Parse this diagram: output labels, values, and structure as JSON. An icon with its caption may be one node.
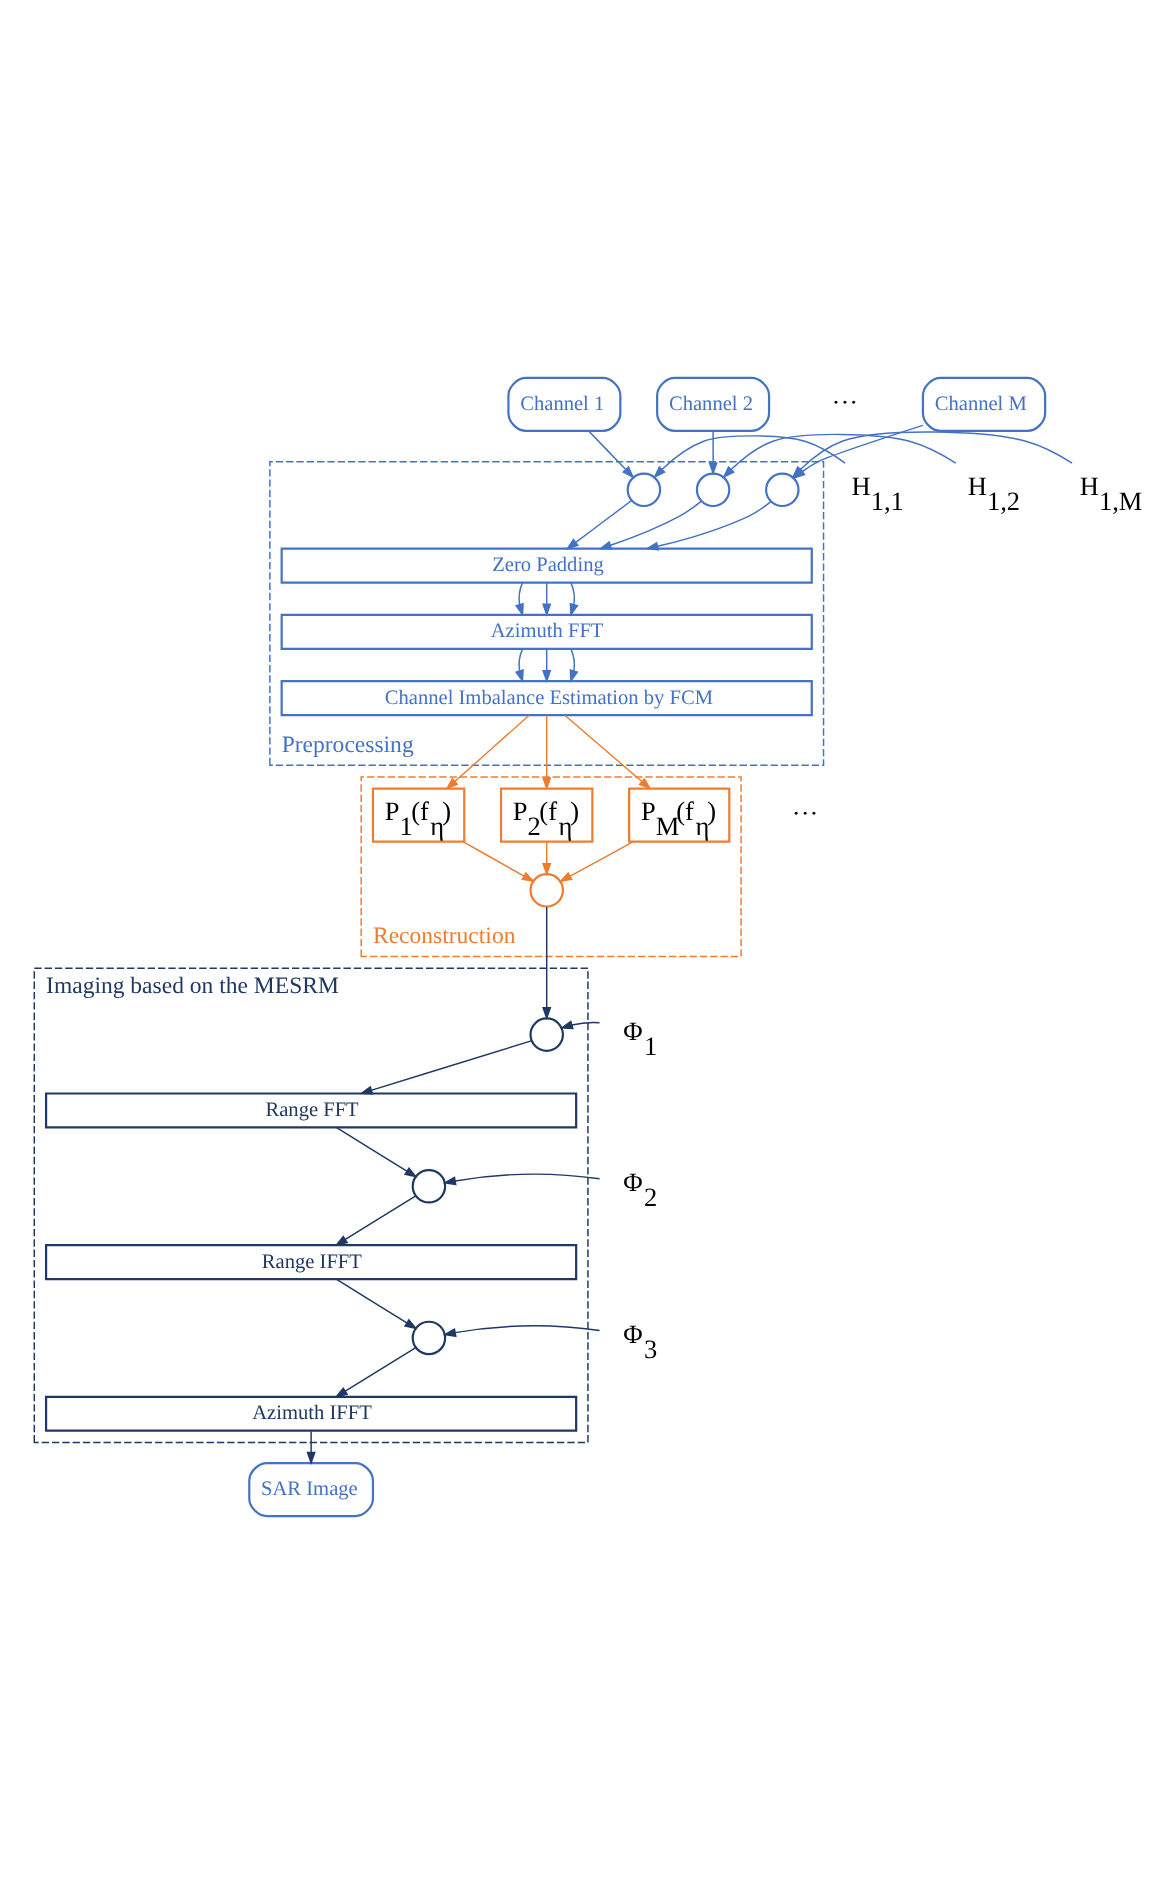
{
  "diagram": {
    "nodes": [
      {
        "text": [
          "Preprocessing"
        ]
      },
      {
        "text": [
          "Channel 1"
        ]
      },
      {
        "text": [
          "Channel 2"
        ]
      },
      {
        "text": [
          "Channel M"
        ]
      },
      {
        "text": [
          "H$_{1,1}$"
        ]
      },
      {
        "text": [],
        "shape": "circle",
        "in": 0
      },
      {
        "text": [
          "H$_{1,2}$"
        ]
      },
      {
        "text": [],
        "shape": "circle",
        "in": 0
      },
      {
        "text": [
          "H$_{1,M}$"
        ]
      },
      {
        "text": [],
        "shape": "circle",
        "in": 0
      },
      {
        "text": [
          "Zero Padding"
        ],
        "in": 0
      },
      {
        "text": [
          "Azimuth FFT"
        ],
        "in": 0
      },
      {
        "text": [
          "Channel Imbalance Estimation by FCM"
        ],
        "in": 0
      },
      {
        "text": [
          "Reconstruction"
        ]
      },
      {
        "text": [
          "P$_{1}$(f$_{η}$)"
        ],
        "in": 13
      },
      {
        "text": [
          "P$_{2}$(f$_{η}$)"
        ],
        "in": 13
      },
      {
        "text": [
          "P$_{M}$(f$_{η}$)"
        ],
        "in": 13
      },
      {
        "text": [],
        "shape": "circle",
        "in": 13
      },
      {
        "text": [
          "Imaging based on the MESRM"
        ]
      },
      {
        "text": [
          "Φ$_{1}$"
        ]
      },
      {
        "text": [],
        "shape": "circle",
        "in": 18
      },
      {
        "text": [
          "Range FFT"
        ],
        "in": 18
      },
      {
        "text": [
          "Φ$_{2}$"
        ]
      },
      {
        "text": [],
        "shape": "circle",
        "in": 18
      },
      {
        "text": [
          "Range IFFT"
        ],
        "in": 18
      },
      {
        "text": [
          "Φ$_{3}$"
        ]
      },
      {
        "text": [],
        "shape": "circle",
        "in": 18
      },
      {
        "text": [
          "Azimuth IFFT"
        ],
        "in": 18
      },
      {
        "text": [
          "SAR Image"
        ]
      }
    ],
    "edges": [
      {
        "from": 1,
        "to": 5,
        "arrow": "to"
      },
      {
        "from": 4,
        "to": 5,
        "arrow": "to"
      },
      {
        "from": 2,
        "to": 7,
        "arrow": "to"
      },
      {
        "from": 6,
        "to": 7,
        "arrow": "to"
      },
      {
        "from": 3,
        "to": 9,
        "arrow": "to"
      },
      {
        "from": 8,
        "to": 9,
        "arrow": "to"
      },
      {
        "from": 5,
        "to": 10,
        "arrow": "to"
      },
      {
        "from": 7,
        "to": 10,
        "arrow": "to"
      },
      {
        "from": 9,
        "to": 10,
        "arrow": "to"
      },
      {
        "from": 10,
        "to": 11,
        "arrow": "to"
      },
      {
        "from": 10,
        "to": 11,
        "arrow": "to"
      },
      {
        "from": 10,
        "to": 11,
        "arrow": "to"
      },
      {
        "from": 11,
        "to": 12,
        "arrow": "to"
      },
      {
        "from": 11,
        "to": 12,
        "arrow": "to"
      },
      {
        "from": 11,
        "to": 12,
        "arrow": "to"
      },
      {
        "from": 12,
        "to": 14,
        "arrow": "to",
        "color": "#ed7d31"
      },
      {
        "from": 12,
        "to": 15,
        "arrow": "to",
        "color": "#ed7d31"
      },
      {
        "from": 12,
        "to": 16,
        "arrow": "to",
        "color": "#ed7d31"
      },
      {
        "from": 14,
        "to": 17,
        "arrow": "to",
        "color": "#ed7d31"
      },
      {
        "from": 15,
        "to": 17,
        "arrow": "to",
        "color": "#ed7d31"
      },
      {
        "from": 16,
        "to": 17,
        "arrow": "to",
        "color": "#ed7d31"
      },
      {
        "from": 17,
        "to": 20,
        "arrow": "to",
        "color": "#1f3864"
      },
      {
        "from": 19,
        "to": 20,
        "arrow": "to",
        "color": "#1f3864"
      },
      {
        "from": 20,
        "to": 21,
        "arrow": "to",
        "color": "#1f3864"
      },
      {
        "from": 21,
        "to": 23,
        "arrow": "to",
        "color": "#1f3864"
      },
      {
        "from": 22,
        "to": 23,
        "arrow": "to",
        "color": "#1f3864"
      },
      {
        "from": 23,
        "to": 24,
        "arrow": "to",
        "color": "#1f3864"
      },
      {
        "from": 24,
        "to": 26,
        "arrow": "to",
        "color": "#1f3864"
      },
      {
        "from": 25,
        "to": 26,
        "arrow": "to",
        "color": "#1f3864"
      },
      {
        "from": 26,
        "to": 27,
        "arrow": "to",
        "color": "#1f3864"
      },
      {
        "from": 27,
        "to": 28,
        "arrow": "to",
        "color": "#1f3864"
      }
    ],
    "labels": [
      "···",
      "···"
    ]
  }
}
